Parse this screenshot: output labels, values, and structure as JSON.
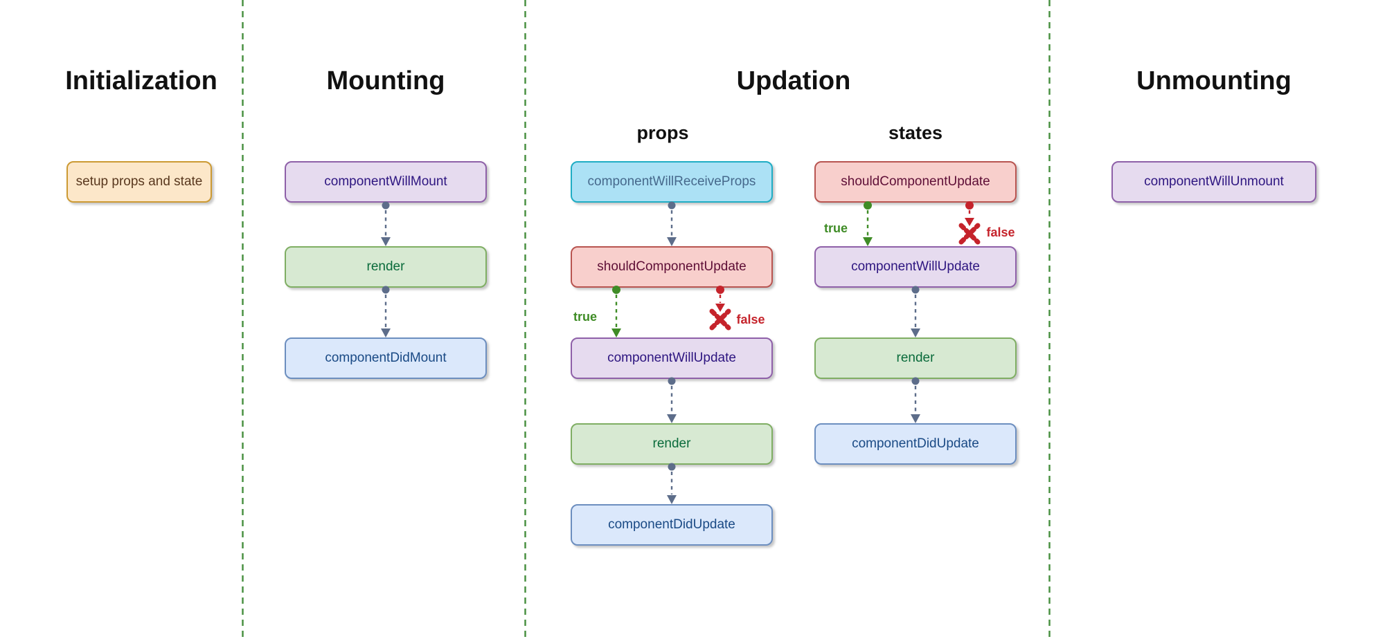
{
  "sections": {
    "initialization": {
      "title": "Initialization"
    },
    "mounting": {
      "title": "Mounting"
    },
    "updation": {
      "title": "Updation",
      "columns": {
        "props": "props",
        "states": "states"
      }
    },
    "unmounting": {
      "title": "Unmounting"
    }
  },
  "nodes": {
    "init_setup": "setup props and state",
    "mount_will_mount": "componentWillMount",
    "mount_render": "render",
    "mount_did_mount": "componentDidMount",
    "props_will_receive_props": "componentWillReceiveProps",
    "props_should_update": "shouldComponentUpdate",
    "props_will_update": "componentWillUpdate",
    "props_render": "render",
    "props_did_update": "componentDidUpdate",
    "states_should_update": "shouldComponentUpdate",
    "states_will_update": "componentWillUpdate",
    "states_render": "render",
    "states_did_update": "componentDidUpdate",
    "unmount_will_unmount": "componentWillUnmount"
  },
  "branch_labels": {
    "true_label": "true",
    "false_label": "false"
  },
  "palette": {
    "setup_fill": "#FCE7C9",
    "setup_stroke": "#CC9A33",
    "setup_text": "#59381E",
    "purple_fill": "#E6DBEF",
    "purple_stroke": "#8E60A8",
    "purple_text": "#2D1580",
    "green_fill": "#D7E9D2",
    "green_stroke": "#7FAE63",
    "green_text": "#0A6B3B",
    "blue_fill": "#DBE8FB",
    "blue_stroke": "#6C8EBF",
    "blue_text": "#1A4A85",
    "red_fill": "#F8CFCC",
    "red_stroke": "#B85450",
    "red_text": "#5E0E36",
    "cyan_fill": "#ACE1F5",
    "cyan_stroke": "#1FADC4",
    "cyan_text": "#46698C",
    "true_color": "#3F8C26",
    "false_color": "#C5232B",
    "connector_color": "#5D6D8A",
    "divider_color": "#4A9142",
    "heading_color": "#111111",
    "background": "#FFFFFF"
  }
}
